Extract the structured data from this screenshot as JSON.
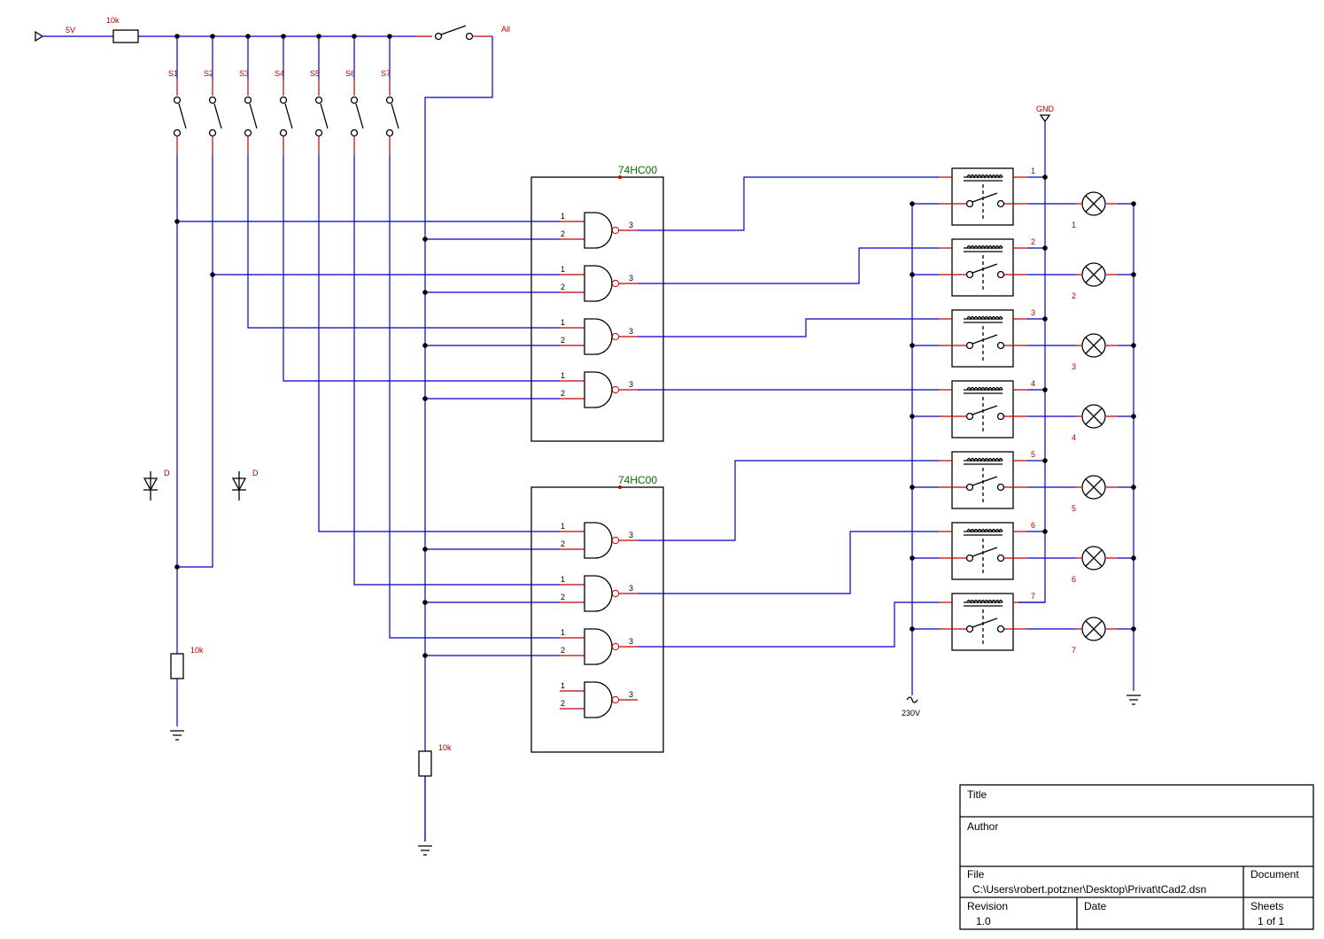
{
  "power": {
    "supply_label": "5V",
    "series_resistor_label": "10k",
    "all_switch_label": "All",
    "gnd_label": "GND",
    "mains_label": "230V"
  },
  "switches": [
    "S1",
    "S2",
    "S3",
    "S4",
    "S5",
    "S6",
    "S7"
  ],
  "diodes": [
    "D",
    "D"
  ],
  "pulldowns": [
    "10k",
    "10k"
  ],
  "ics": [
    {
      "label": "74HC00",
      "gates": 4
    },
    {
      "label": "74HC00",
      "gates": 4
    }
  ],
  "gate_pins": {
    "in_a": "1",
    "in_b": "2",
    "out": "3"
  },
  "relays": [
    "1",
    "2",
    "3",
    "4",
    "5",
    "6",
    "7"
  ],
  "lamps": [
    "1",
    "2",
    "3",
    "4",
    "5",
    "6",
    "7"
  ],
  "title_block": {
    "title_label": "Title",
    "title_value": "",
    "author_label": "Author",
    "author_value": "",
    "file_label": "File",
    "file_value": "C:\\Users\\robert.potzner\\Desktop\\Privat\\tCad2.dsn",
    "document_label": "Document",
    "document_value": "",
    "revision_label": "Revision",
    "revision_value": "1.0",
    "date_label": "Date",
    "date_value": "",
    "sheets_label": "Sheets",
    "sheets_value": "1 of 1"
  }
}
